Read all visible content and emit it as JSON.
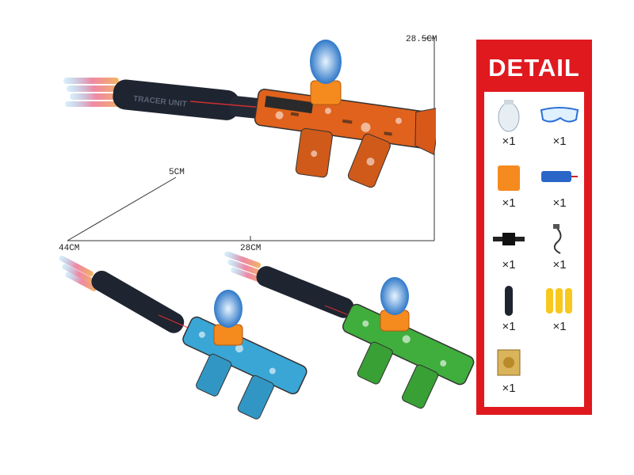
{
  "dimensions": {
    "height": "28.5CM",
    "depth": "5CM",
    "length": "44CM",
    "width": "28CM"
  },
  "detail": {
    "title": "DETAIL",
    "items": [
      {
        "icon": "gel-ball-jar-icon",
        "qty": "×1"
      },
      {
        "icon": "goggles-icon",
        "qty": "×1"
      },
      {
        "icon": "magazine-icon",
        "qty": "×1"
      },
      {
        "icon": "battery-icon",
        "qty": "×1"
      },
      {
        "icon": "adapter-icon",
        "qty": "×1"
      },
      {
        "icon": "usb-cable-icon",
        "qty": "×1"
      },
      {
        "icon": "silencer-icon",
        "qty": "×1"
      },
      {
        "icon": "foam-darts-icon",
        "qty": "×1"
      },
      {
        "icon": "gel-ball-pack-icon",
        "qty": "×1"
      }
    ]
  },
  "guns": [
    {
      "variant": "orange",
      "color": "#e0621c"
    },
    {
      "variant": "blue",
      "color": "#3aa6d6"
    },
    {
      "variant": "green",
      "color": "#3fae3c"
    }
  ]
}
